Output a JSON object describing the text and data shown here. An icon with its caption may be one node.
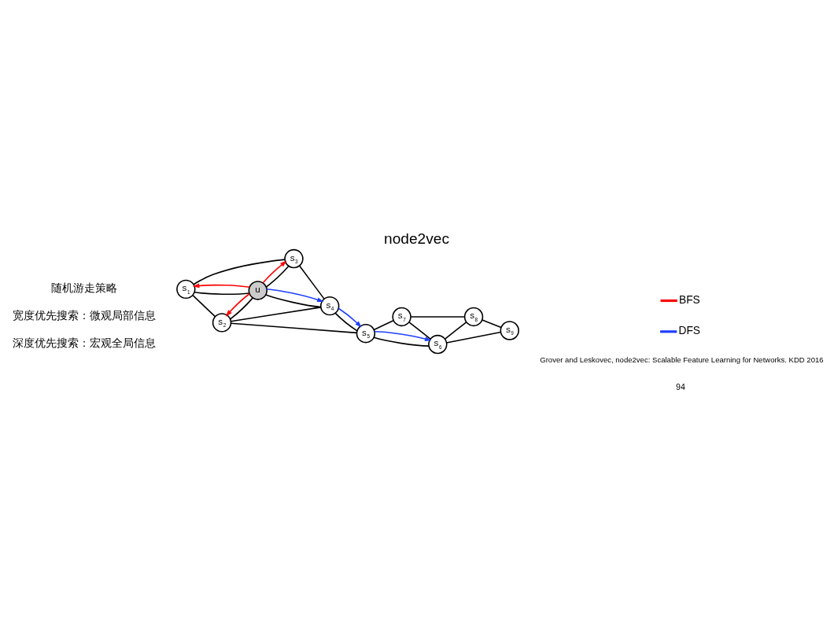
{
  "diagram": {
    "title": "node2vec",
    "caption": "Grover and Leskovec, node2vec: Scalable Feature Learning for Networks. KDD 2016",
    "nodes": [
      {
        "text": [
          "s$_{1}$"
        ]
      },
      {
        "text": [
          "s$_{2}$"
        ]
      },
      {
        "text": [
          "u"
        ]
      },
      {
        "text": [
          "s$_{3}$"
        ]
      },
      {
        "text": [
          "s$_{4}$"
        ]
      },
      {
        "text": [
          "s$_{5}$"
        ]
      },
      {
        "text": [
          "s$_{7}$"
        ]
      },
      {
        "text": [
          "s$_{8}$"
        ]
      },
      {
        "text": [
          "s$_{6}$"
        ]
      },
      {
        "text": [
          "s$_{9}$"
        ]
      }
    ],
    "edges": [
      {
        "from": 0,
        "to": 1,
        "arrow": "none"
      },
      {
        "from": 0,
        "to": 2,
        "arrow": "none"
      },
      {
        "from": 0,
        "to": 3,
        "arrow": "none"
      },
      {
        "from": 1,
        "to": 2,
        "arrow": "none"
      },
      {
        "from": 1,
        "to": 4,
        "arrow": "none"
      },
      {
        "from": 1,
        "to": 5,
        "arrow": "none"
      },
      {
        "from": 2,
        "to": 3,
        "arrow": "none"
      },
      {
        "from": 2,
        "to": 4,
        "arrow": "none"
      },
      {
        "from": 3,
        "to": 4,
        "arrow": "none"
      },
      {
        "from": 4,
        "to": 5,
        "arrow": "none"
      },
      {
        "from": 5,
        "to": 6,
        "arrow": "none"
      },
      {
        "from": 5,
        "to": 8,
        "arrow": "none"
      },
      {
        "from": 6,
        "to": 7,
        "arrow": "none"
      },
      {
        "from": 6,
        "to": 8,
        "arrow": "none"
      },
      {
        "from": 8,
        "to": 7,
        "arrow": "none"
      },
      {
        "from": 8,
        "to": 9,
        "arrow": "none"
      },
      {
        "from": 7,
        "to": 9,
        "arrow": "none"
      },
      {
        "from": 2,
        "to": 0,
        "arrow": "to",
        "color": "#ff0000"
      },
      {
        "from": 2,
        "to": 1,
        "arrow": "to",
        "color": "#ff0000"
      },
      {
        "from": 2,
        "to": 3,
        "arrow": "to",
        "color": "#ff0000"
      },
      {
        "from": 2,
        "to": 4,
        "arrow": "to",
        "color": "#1f3fff"
      },
      {
        "from": 4,
        "to": 5,
        "arrow": "to",
        "color": "#1f3fff"
      },
      {
        "from": 5,
        "to": 8,
        "arrow": "to",
        "color": "#1f3fff"
      }
    ],
    "labels": [
      "随机游走策略",
      "宽度优先搜索：微观局部信息",
      "深度优先搜索：宏观全局信息",
      "94"
    ],
    "legend": [
      {
        "text": "BFS",
        "color": "#ff0000"
      },
      {
        "text": "DFS",
        "color": "#1f3fff"
      }
    ]
  }
}
